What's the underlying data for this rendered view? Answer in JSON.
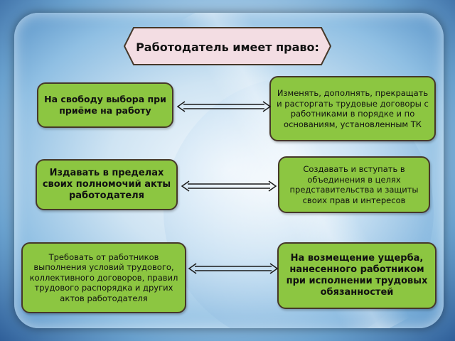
{
  "title": "Работодатель имеет право:",
  "left_items": [
    "На свободу выбора при приёме на работу",
    "Издавать в пределах своих полномочий акты работодателя",
    "Требовать от работников выполнения условий трудового, коллективного договоров, правил трудового распорядка и других актов работодателя"
  ],
  "right_items": [
    "Изменять, дополнять, прекращать и расторгать трудовые договоры с работниками в порядке и по основаниям, установленным ТК",
    "Создавать и вступать в объединения в целях представительства и защиты своих прав и интересов",
    "На возмещение ущерба, нанесенного работником при исполнении трудовых обязанностей"
  ],
  "colors": {
    "box_fill": "#8cc641",
    "box_border": "#46382a",
    "banner_fill": "#f3dde3",
    "banner_border": "#46382a",
    "arrow": "#1a1a1a"
  },
  "icons": {
    "connector": "double-headed-arrow-icon"
  }
}
